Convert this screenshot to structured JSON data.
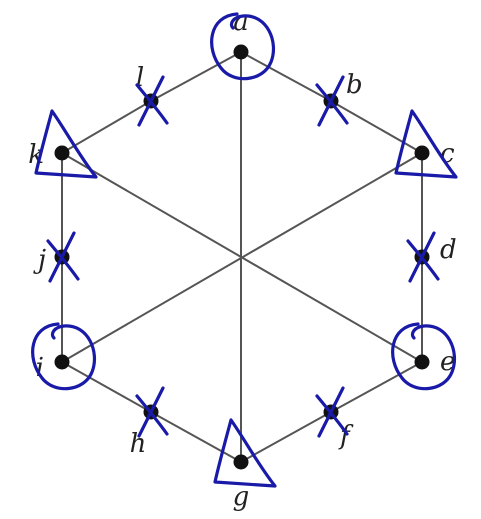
{
  "graph": {
    "vertices": [
      {
        "id": "a",
        "label": "a",
        "mark": "circle"
      },
      {
        "id": "b",
        "label": "b",
        "mark": "cross"
      },
      {
        "id": "c",
        "label": "c",
        "mark": "triangle"
      },
      {
        "id": "d",
        "label": "d",
        "mark": "cross"
      },
      {
        "id": "e",
        "label": "e",
        "mark": "circle"
      },
      {
        "id": "f",
        "label": "f",
        "mark": "cross"
      },
      {
        "id": "g",
        "label": "g",
        "mark": "triangle"
      },
      {
        "id": "h",
        "label": "h",
        "mark": "cross"
      },
      {
        "id": "i",
        "label": "i",
        "mark": "circle"
      },
      {
        "id": "j",
        "label": "j",
        "mark": "cross"
      },
      {
        "id": "k",
        "label": "k",
        "mark": "triangle"
      },
      {
        "id": "l",
        "label": "l",
        "mark": "cross"
      }
    ],
    "edges": [
      [
        "a",
        "l"
      ],
      [
        "l",
        "k"
      ],
      [
        "k",
        "j"
      ],
      [
        "j",
        "i"
      ],
      [
        "i",
        "h"
      ],
      [
        "h",
        "g"
      ],
      [
        "g",
        "f"
      ],
      [
        "f",
        "e"
      ],
      [
        "e",
        "d"
      ],
      [
        "d",
        "c"
      ],
      [
        "c",
        "b"
      ],
      [
        "b",
        "a"
      ],
      [
        "a",
        "g"
      ],
      [
        "k",
        "e"
      ],
      [
        "c",
        "i"
      ]
    ]
  },
  "colors": {
    "ink": "#1a1aa8",
    "edge": "#555555",
    "vertex": "#111111"
  }
}
